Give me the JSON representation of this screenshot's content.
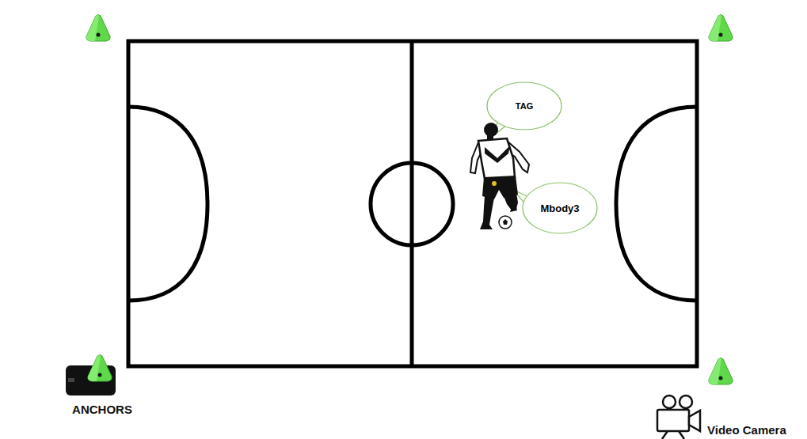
{
  "diagram": {
    "nodes": [
      {
        "text": [
          "TAG"
        ]
      },
      {
        "text": [
          "Mbody3"
        ]
      }
    ],
    "labels": [
      "ANCHORS",
      "Video Camera"
    ]
  }
}
